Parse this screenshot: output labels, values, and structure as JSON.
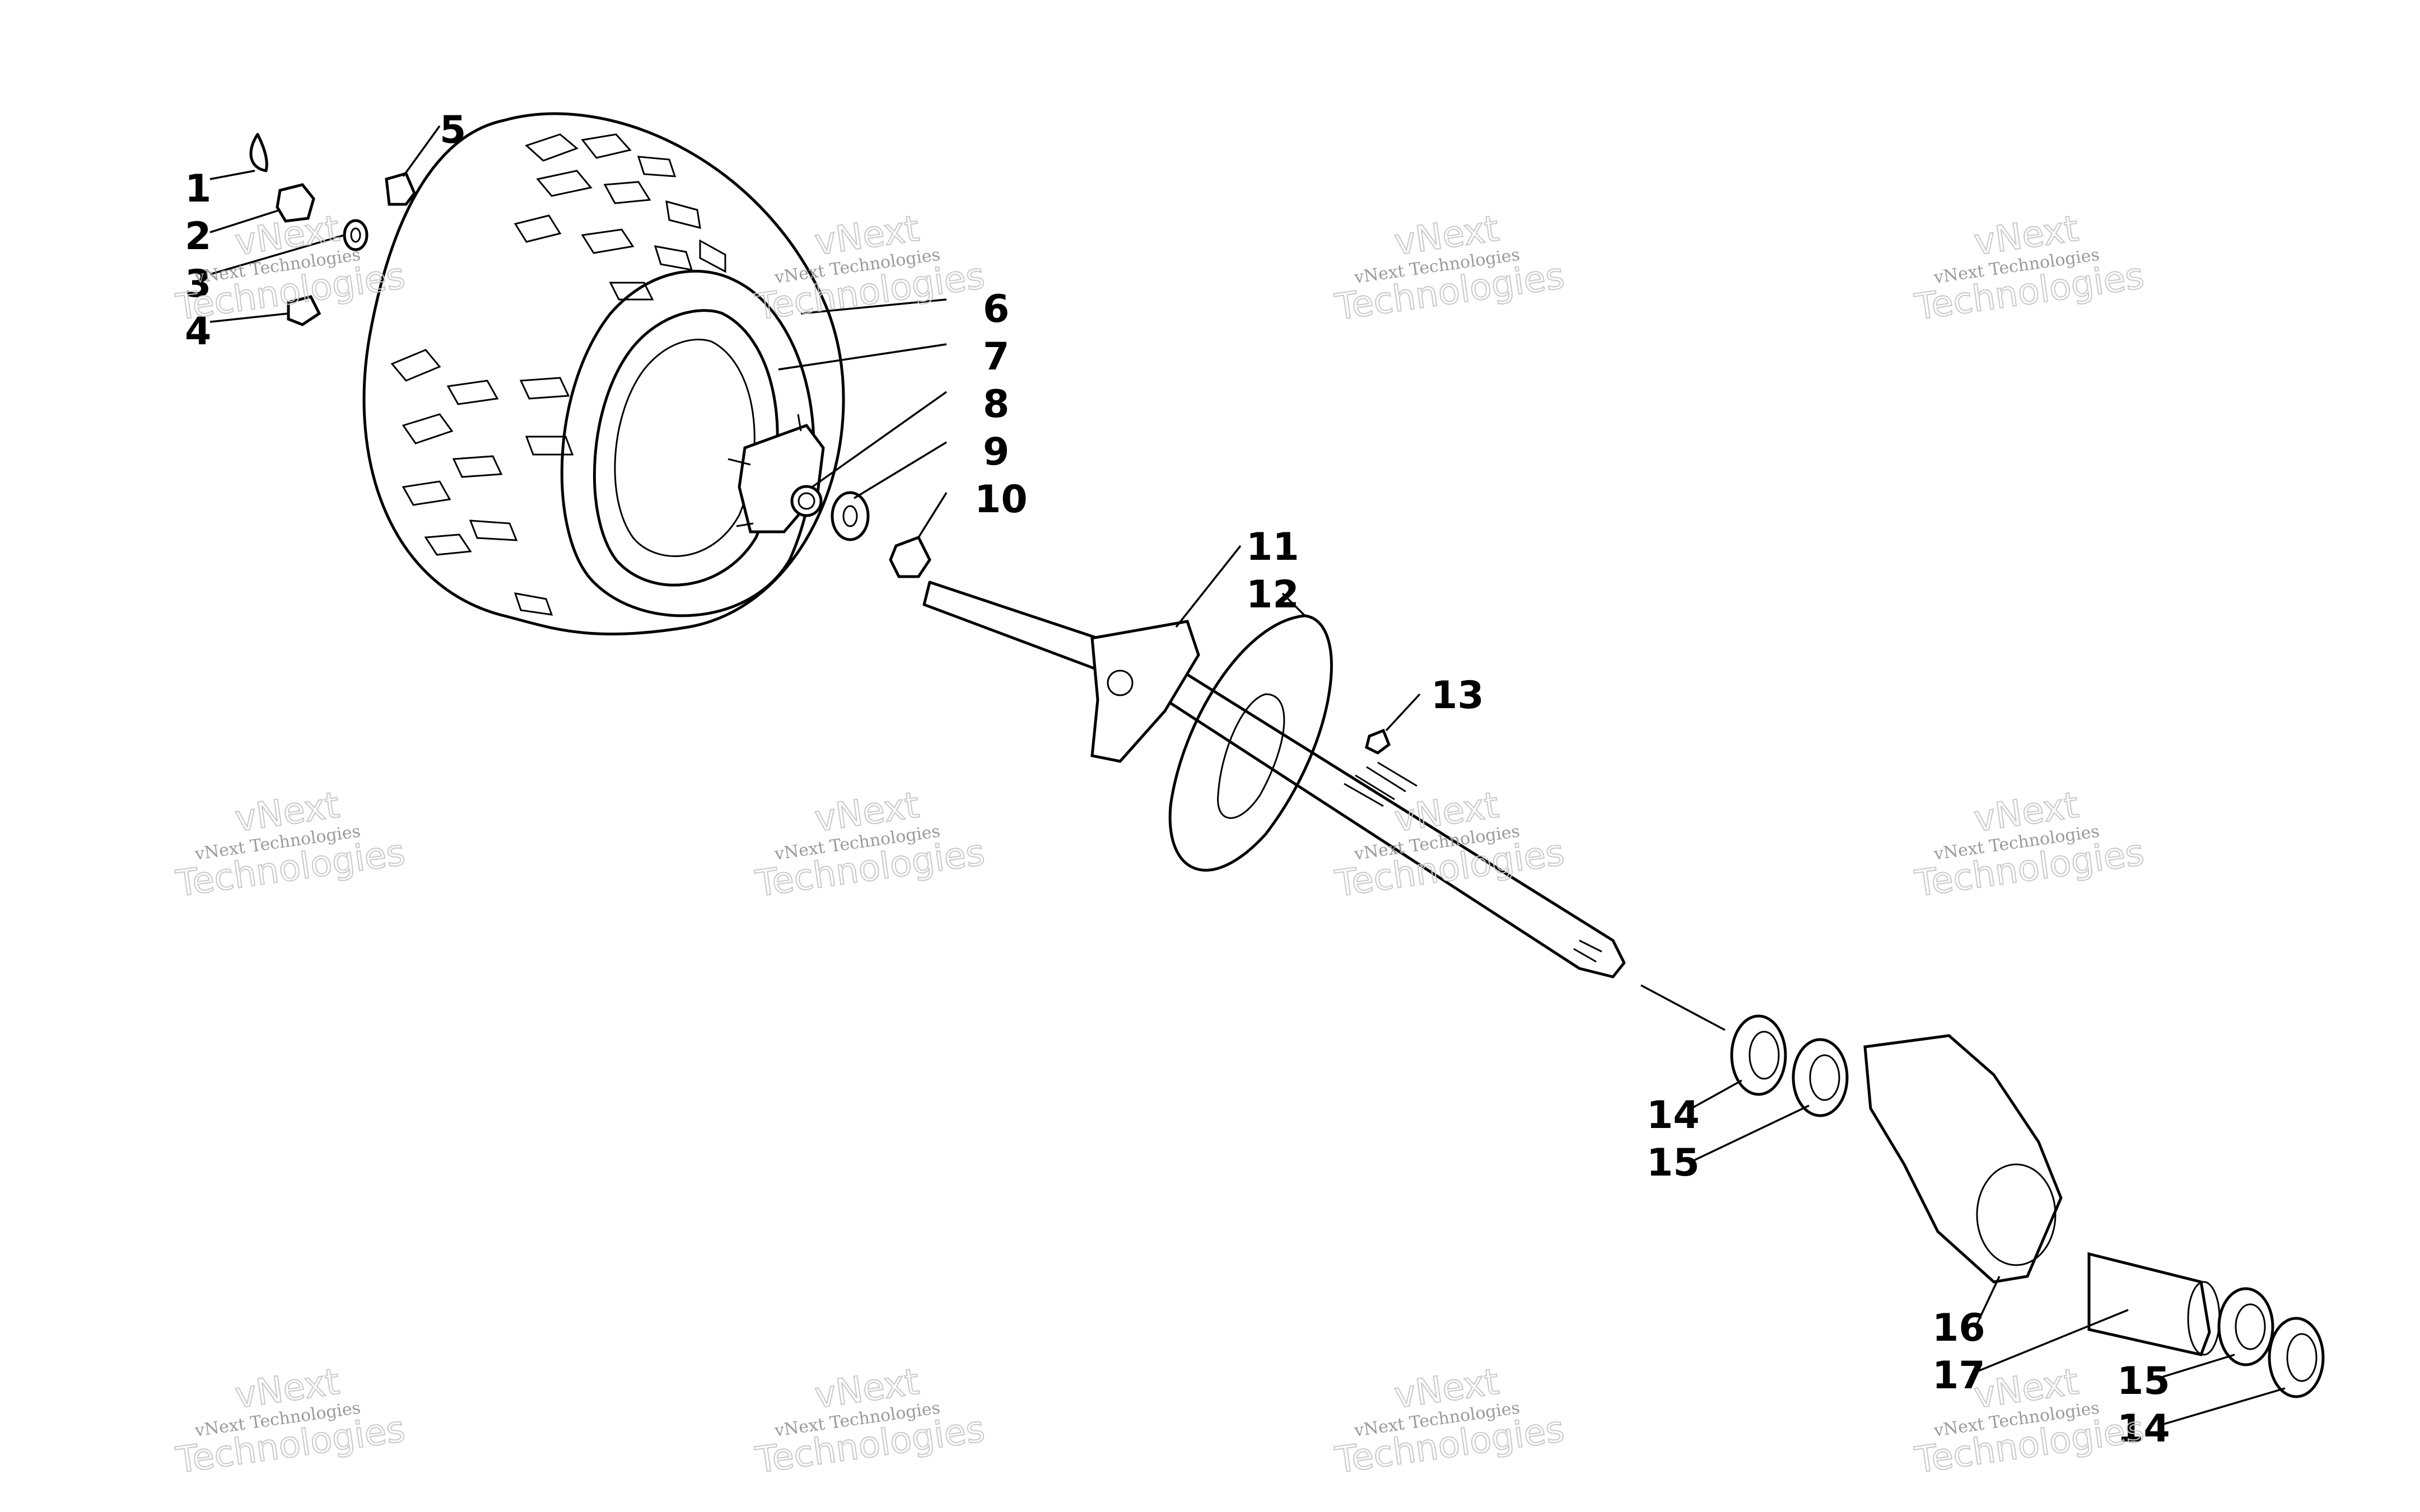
{
  "labels": [
    "1",
    "2",
    "3",
    "4",
    "5",
    "6",
    "7",
    "8",
    "9",
    "10",
    "11",
    "12",
    "13",
    "14",
    "15",
    "16",
    "17",
    "15",
    "14"
  ],
  "watermark": {
    "line1": "vNext Technologies",
    "line2": "vNext",
    "line3": "Technologies"
  }
}
